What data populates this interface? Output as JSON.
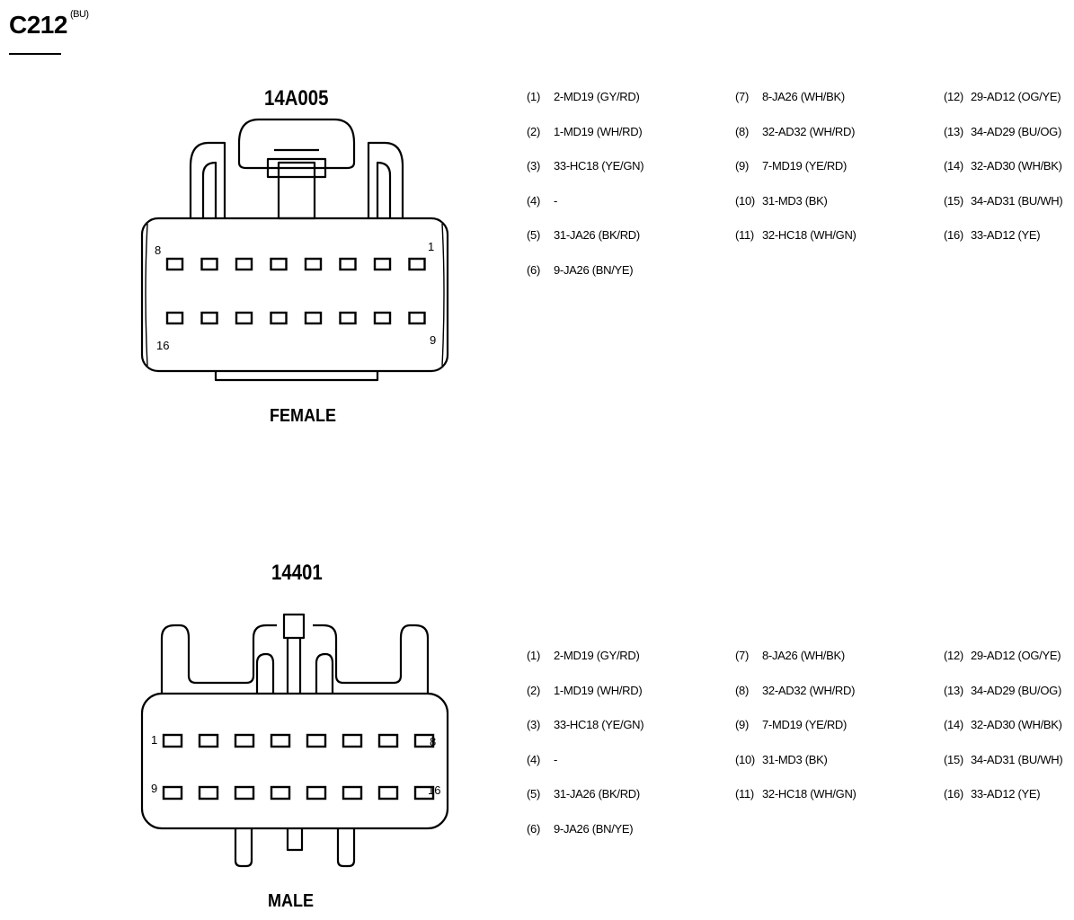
{
  "title": {
    "text": "C212",
    "superscript": "(BU)"
  },
  "connectors": [
    {
      "part_number": "14A005",
      "gender": "FEMALE",
      "corner_labels": {
        "top_left": "8",
        "top_right": "1",
        "bottom_left": "16",
        "bottom_right": "9"
      },
      "pins": [
        {
          "num": "(1)",
          "circuit": "2-MD19  (GY/RD)"
        },
        {
          "num": "(2)",
          "circuit": "1-MD19 (WH/RD)"
        },
        {
          "num": "(3)",
          "circuit": "33-HC18  (YE/GN)"
        },
        {
          "num": "(4)",
          "circuit": "-"
        },
        {
          "num": "(5)",
          "circuit": "31-JA26 (BK/RD)"
        },
        {
          "num": "(6)",
          "circuit": "9-JA26 (BN/YE)"
        },
        {
          "num": "(7)",
          "circuit": "8-JA26 (WH/BK)"
        },
        {
          "num": "(8)",
          "circuit": "32-AD32 (WH/RD)"
        },
        {
          "num": "(9)",
          "circuit": "7-MD19 (YE/RD)"
        },
        {
          "num": "(10)",
          "circuit": "31-MD3 (BK)"
        },
        {
          "num": "(11)",
          "circuit": "32-HC18 (WH/GN)"
        },
        {
          "num": "(12)",
          "circuit": "29-AD12  (OG/YE)"
        },
        {
          "num": "(13)",
          "circuit": "34-AD29 (BU/OG)"
        },
        {
          "num": "(14)",
          "circuit": "32-AD30 (WH/BK)"
        },
        {
          "num": "(15)",
          "circuit": "34-AD31 (BU/WH)"
        },
        {
          "num": "(16)",
          "circuit": "33-AD12 (YE)"
        }
      ]
    },
    {
      "part_number": "14401",
      "gender": "MALE",
      "corner_labels": {
        "top_left": "1",
        "top_right": "8",
        "bottom_left": "9",
        "bottom_right": "16"
      },
      "pins": [
        {
          "num": "(1)",
          "circuit": "2-MD19  (GY/RD)"
        },
        {
          "num": "(2)",
          "circuit": "1-MD19 (WH/RD)"
        },
        {
          "num": "(3)",
          "circuit": "33-HC18  (YE/GN)"
        },
        {
          "num": "(4)",
          "circuit": "-"
        },
        {
          "num": "(5)",
          "circuit": "31-JA26 (BK/RD)"
        },
        {
          "num": "(6)",
          "circuit": "9-JA26 (BN/YE)"
        },
        {
          "num": "(7)",
          "circuit": "8-JA26 (WH/BK)"
        },
        {
          "num": "(8)",
          "circuit": "32-AD32 (WH/RD)"
        },
        {
          "num": "(9)",
          "circuit": "7-MD19 (YE/RD)"
        },
        {
          "num": "(10)",
          "circuit": "31-MD3 (BK)"
        },
        {
          "num": "(11)",
          "circuit": "32-HC18 (WH/GN)"
        },
        {
          "num": "(12)",
          "circuit": "29-AD12  (OG/YE)"
        },
        {
          "num": "(13)",
          "circuit": "34-AD29 (BU/OG)"
        },
        {
          "num": "(14)",
          "circuit": "32-AD30 (WH/BK)"
        },
        {
          "num": "(15)",
          "circuit": "34-AD31 (BU/WH)"
        },
        {
          "num": "(16)",
          "circuit": "33-AD12 (YE)"
        }
      ]
    }
  ]
}
